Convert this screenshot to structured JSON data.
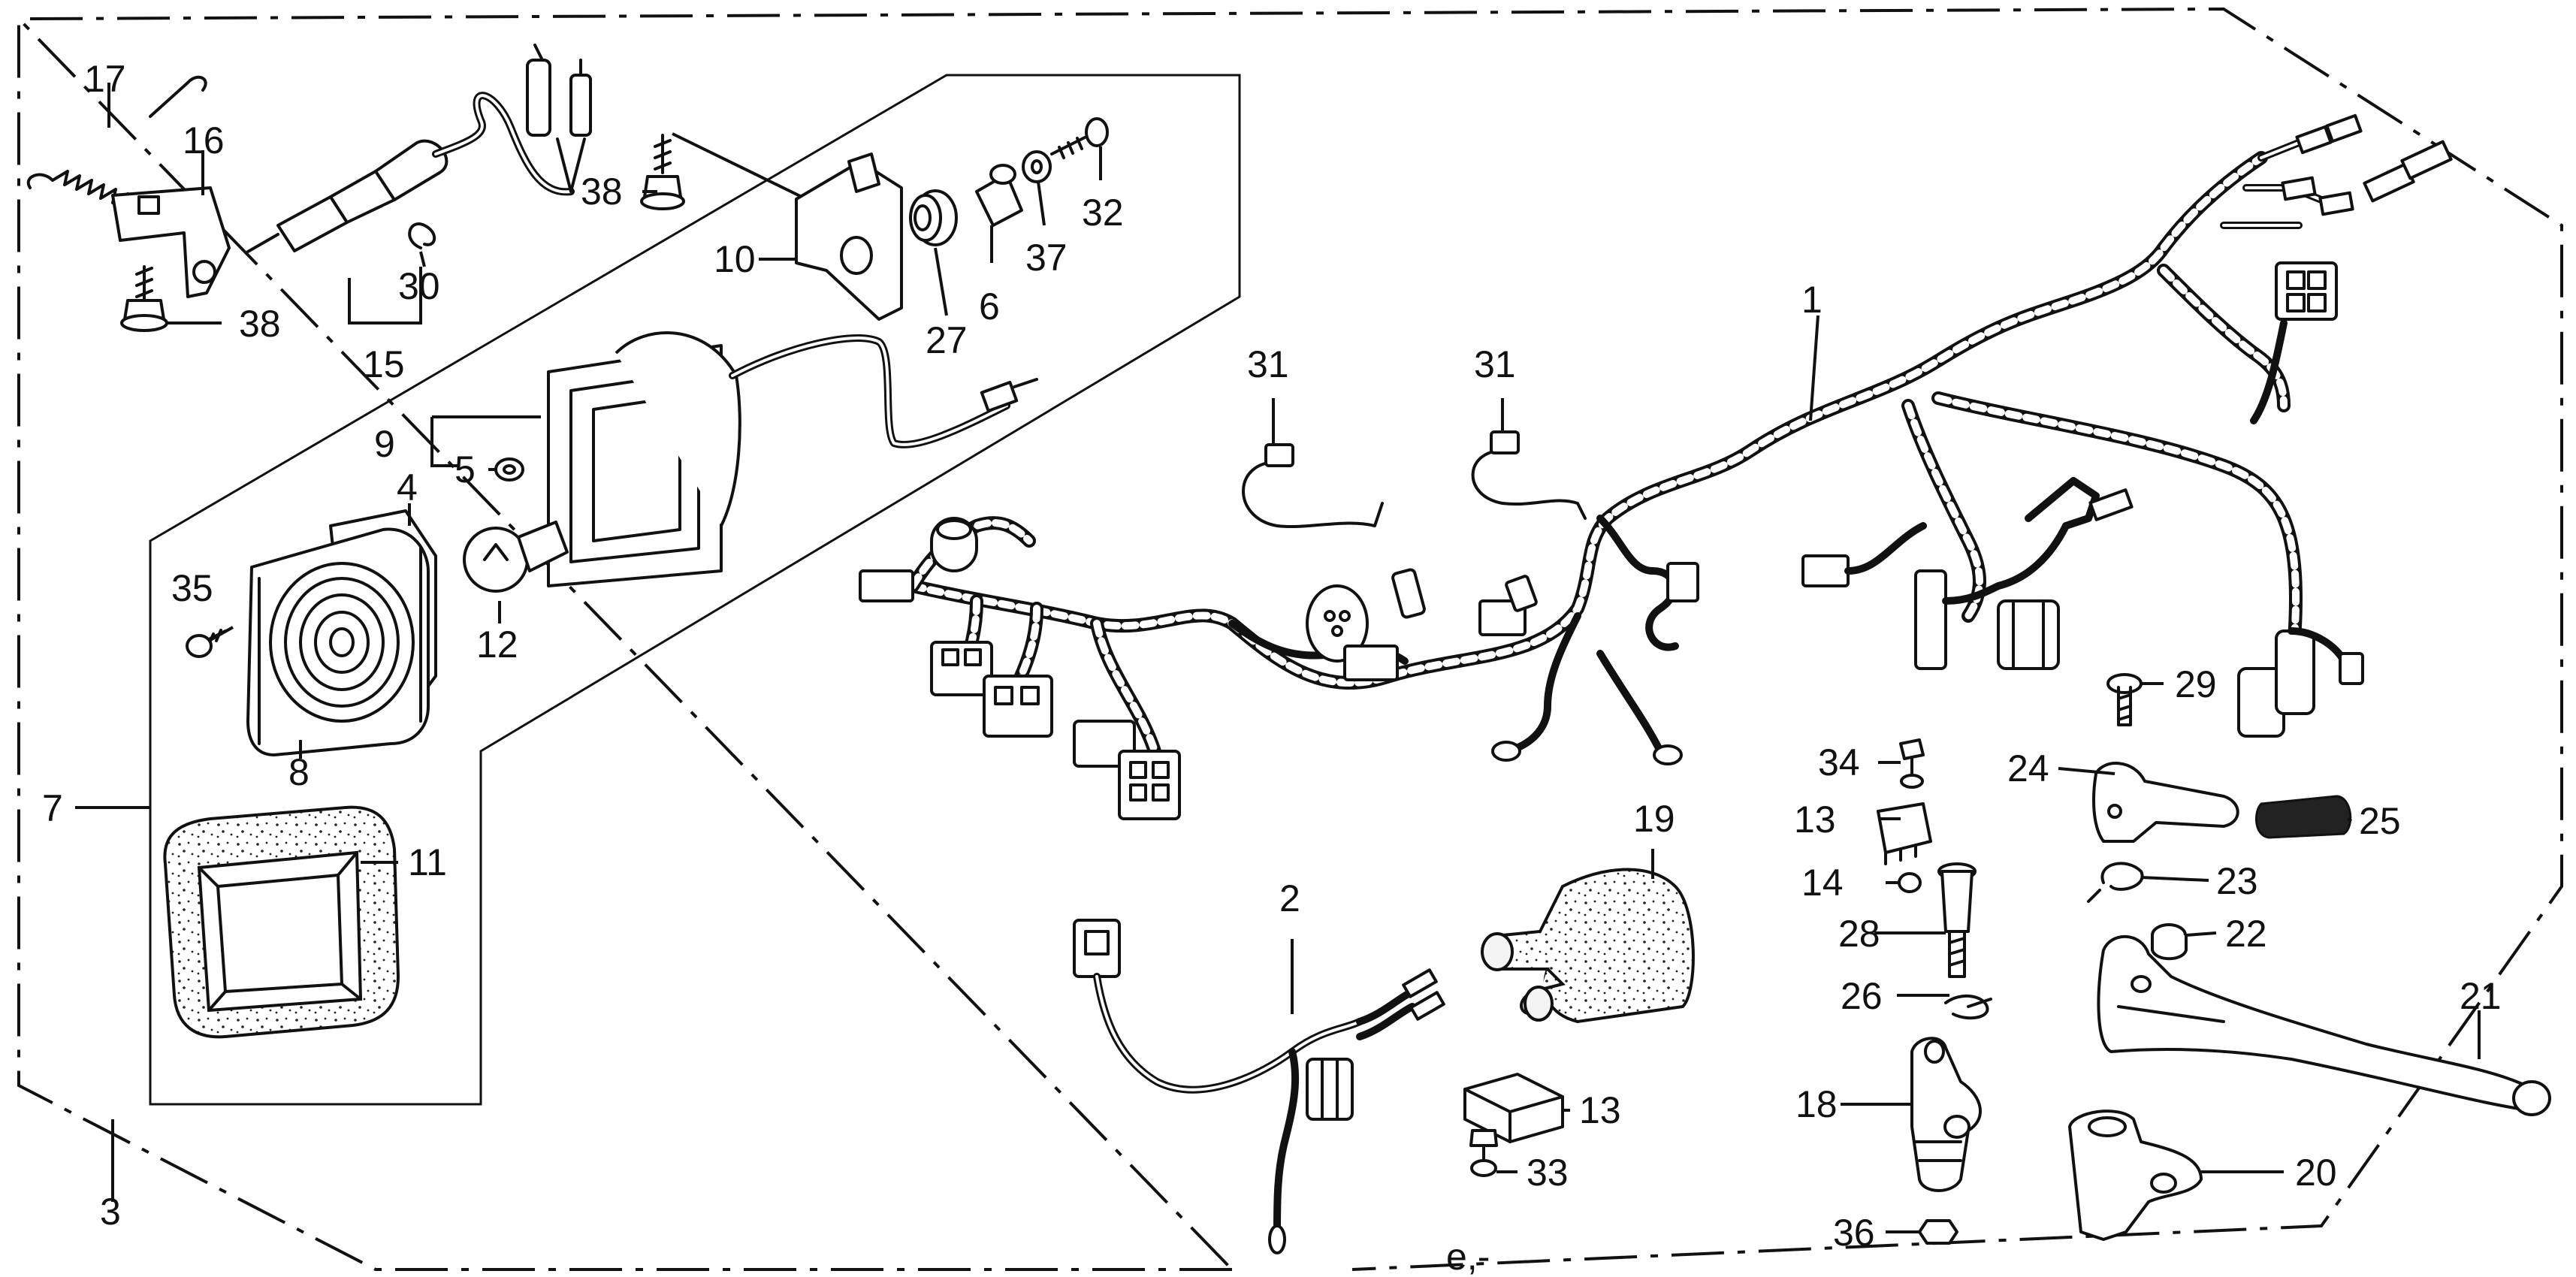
{
  "labels": {
    "p1": "1",
    "p2": "2",
    "p3": "3",
    "p4": "4",
    "p5": "5",
    "p6": "6",
    "p7": "7",
    "p8": "8",
    "p9": "9",
    "p10": "10",
    "p11": "11",
    "p12": "12",
    "p13a": "13",
    "p13b": "13",
    "p14": "14",
    "p15": "15",
    "p16": "16",
    "p17": "17",
    "p18": "18",
    "p19": "19",
    "p20": "20",
    "p21": "21",
    "p22": "22",
    "p23": "23",
    "p24": "24",
    "p25": "25",
    "p26": "26",
    "p27": "27",
    "p28": "28",
    "p29": "29",
    "p30": "30",
    "p31a": "31",
    "p31b": "31",
    "p32": "32",
    "p33": "33",
    "p34": "34",
    "p35": "35",
    "p36": "36",
    "p37": "37",
    "p38a": "38",
    "p38b": "38"
  },
  "footer_code": "e,-"
}
